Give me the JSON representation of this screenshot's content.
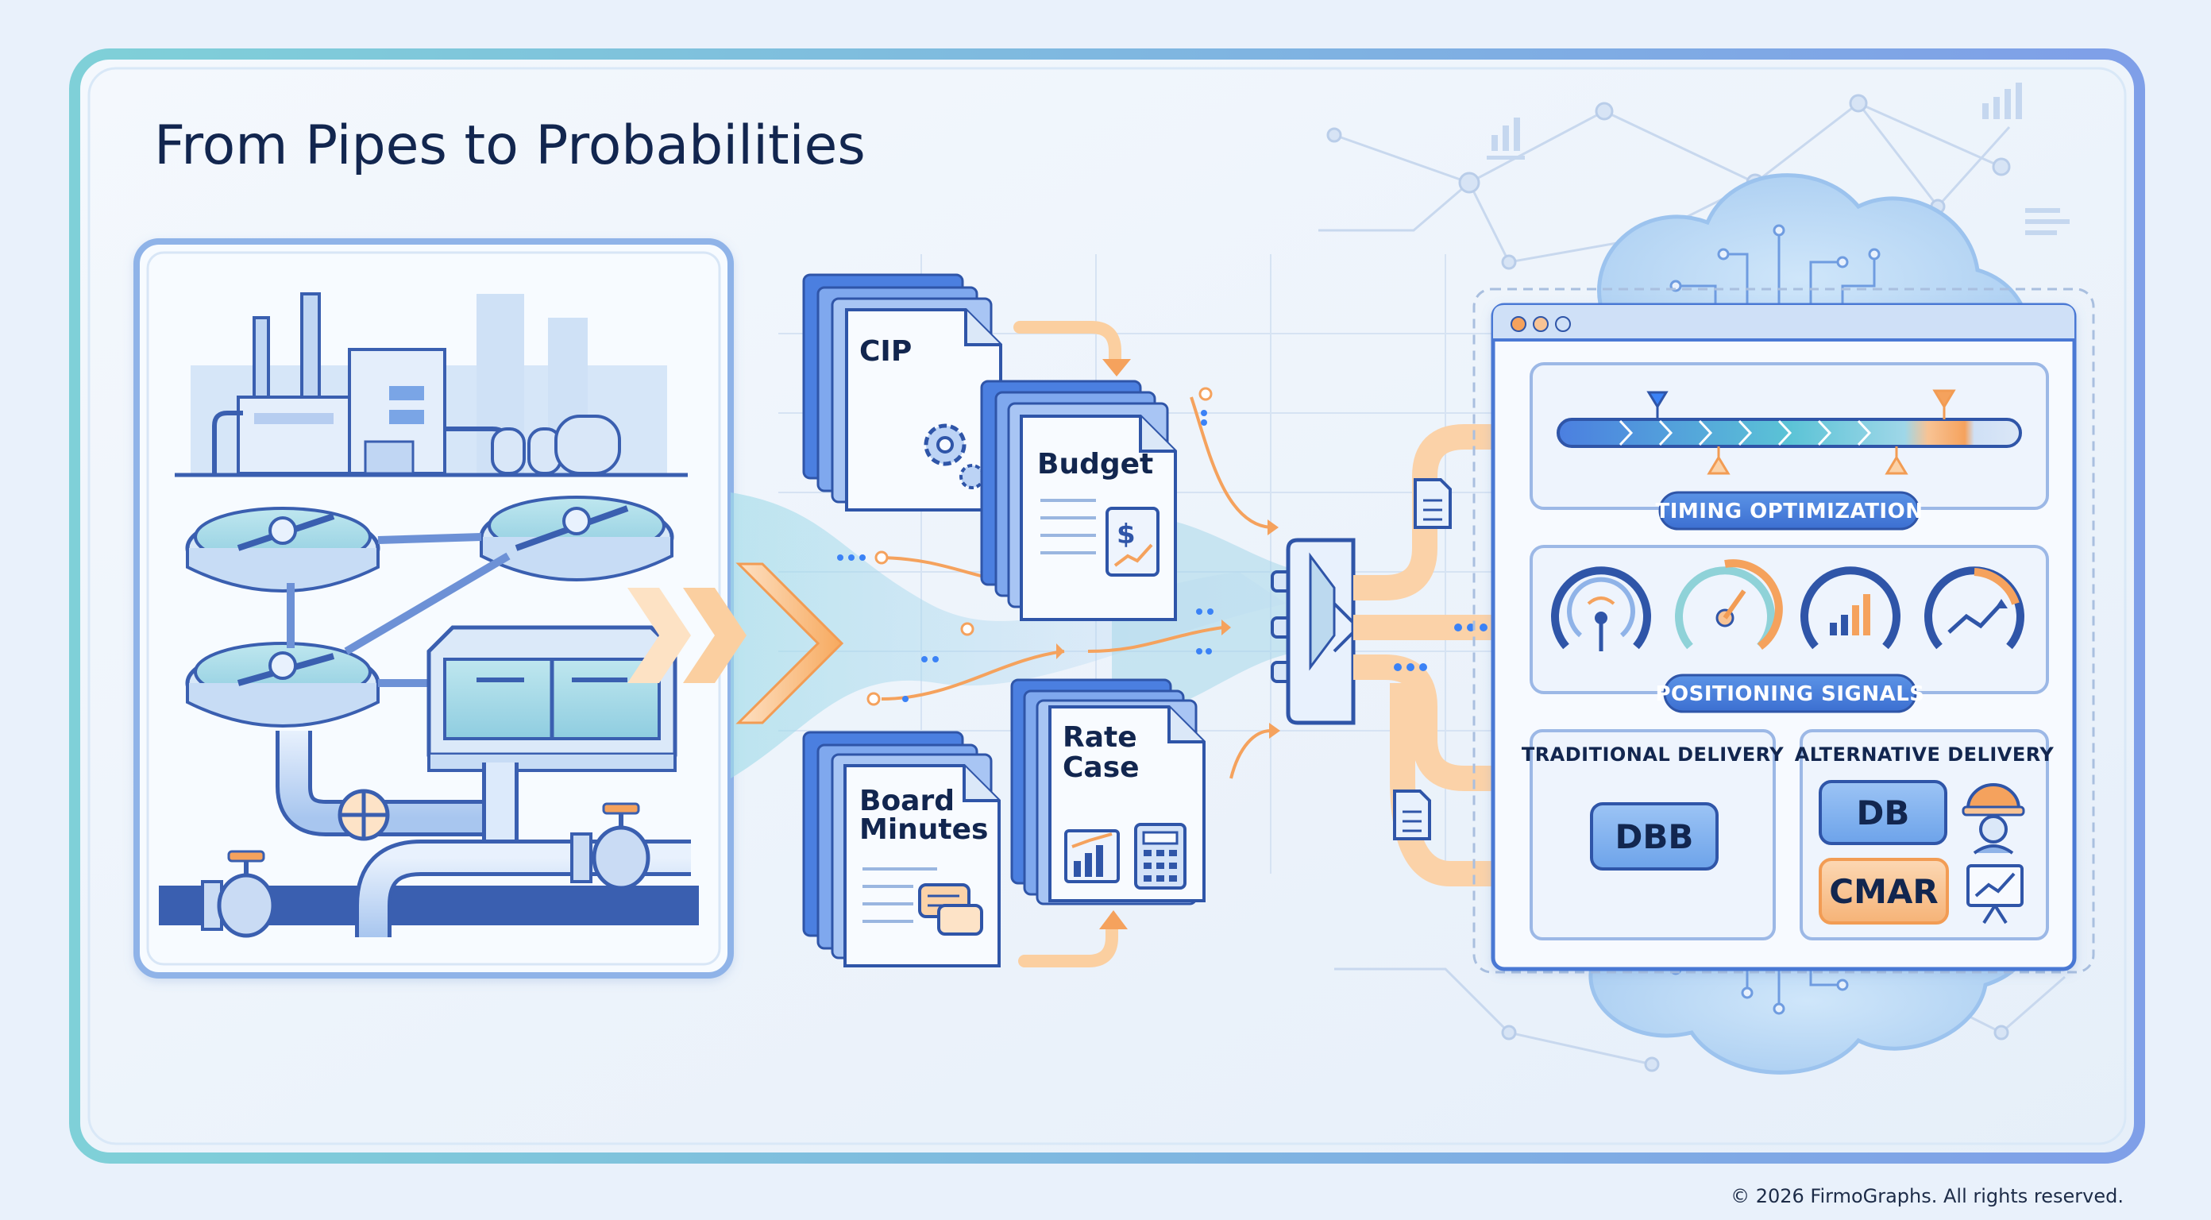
{
  "title": "From Pipes to Probabilities",
  "documents": {
    "cip": "CIP",
    "budget": "Budget",
    "rate_case_line1": "Rate",
    "rate_case_line2": "Case",
    "board_minutes_line1": "Board",
    "board_minutes_line2": "Minutes"
  },
  "dashboard": {
    "timing_label": "TIMING OPTIMIZATION",
    "signals_label": "POSITIONING SIGNALS",
    "traditional_title": "TRADITIONAL DELIVERY",
    "alternative_title": "ALTERNATIVE DELIVERY",
    "dbb_label": "DBB",
    "db_label": "DB",
    "cmar_label": "CMAR"
  },
  "footer": {
    "copyright": "© 2026 FirmoGraphs. All rights reserved."
  },
  "icons": [
    "factory-icon",
    "clarifier-icon",
    "filter-basin-icon",
    "valve-icon",
    "gear-icon",
    "dollar-chart-icon",
    "bar-chart-icon",
    "calculator-icon",
    "chat-icon",
    "funnel-icon",
    "document-icon",
    "gauge-icon",
    "hard-hat-icon",
    "presentation-chart-icon",
    "cloud-circuit-icon"
  ],
  "colors": {
    "navy": "#12264f",
    "blue_accent": "#3b82f6",
    "orange_accent": "#f5a25d",
    "panel_border": "#8fb3e8"
  }
}
